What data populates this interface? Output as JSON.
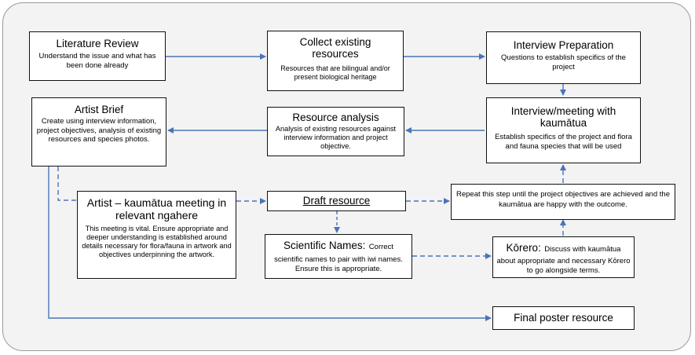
{
  "nodes": {
    "literature_review": {
      "title": "Literature Review",
      "desc": "Understand the issue and what has been done already"
    },
    "collect_resources": {
      "title": "Collect existing resources",
      "desc": "Resources that are bilingual and/or present biological heritage"
    },
    "interview_prep": {
      "title": "Interview Preparation",
      "desc": "Questions to establish specifics of the project"
    },
    "artist_brief": {
      "title": "Artist Brief",
      "desc": "Create using interview information, project objectives, analysis of existing resources and species photos."
    },
    "resource_analysis": {
      "title": "Resource analysis",
      "desc": "Analysis of existing resources against interview information and project objective."
    },
    "interview_meeting": {
      "title": "Interview/meeting with kaumātua",
      "desc": "Establish specifics of the project and flora and fauna species that will be used"
    },
    "artist_meeting": {
      "title": "Artist – kaumātua meeting in relevant ngahere",
      "desc": "This meeting is vital. Ensure appropriate and deeper understanding is established around details necessary for flora/fauna in artwork and objectives underpinning the artwork."
    },
    "draft_resource": {
      "title": "Draft resource"
    },
    "repeat_step": {
      "desc": "Repeat this step until the project objectives are achieved and the kaumātua are happy with the outcome."
    },
    "scientific_names": {
      "title": "Scientific Names:",
      "desc_inline": "Correct",
      "desc": "scientific names to pair with iwi names. Ensure this is appropriate."
    },
    "korero": {
      "title": "Kōrero:",
      "desc_inline": "Discuss with kaumātua",
      "desc": "about appropriate and necessary Kōrero to go alongside terms."
    },
    "final_poster": {
      "title": "Final poster resource"
    }
  },
  "colors": {
    "arrow": "#4a74b8",
    "panel_bg": "#f3f3f3",
    "panel_border": "#9a9a9a"
  }
}
